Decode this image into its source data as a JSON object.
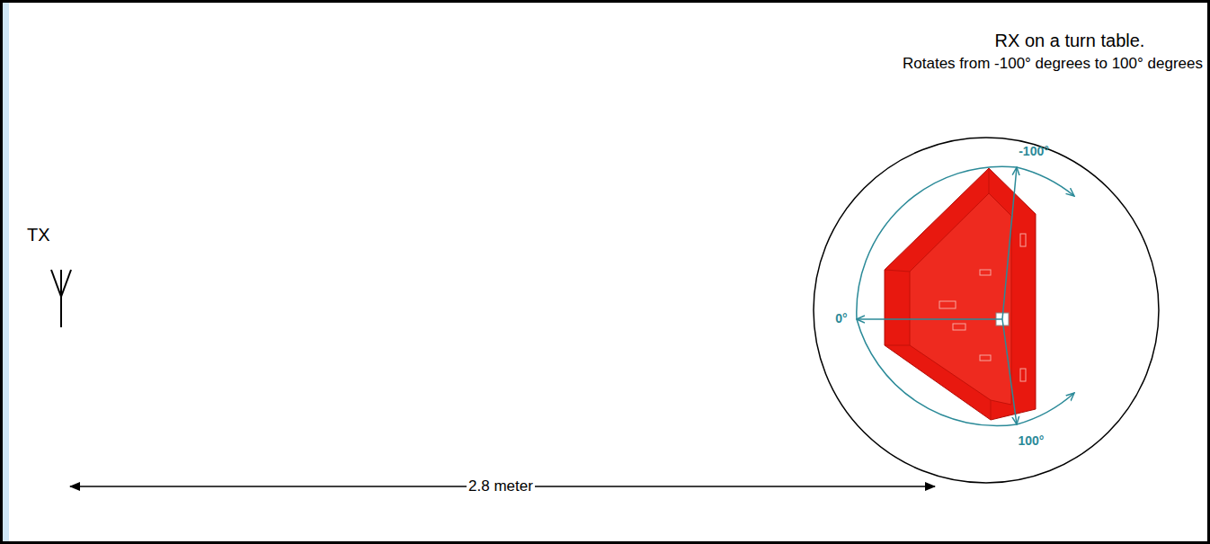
{
  "diagram": {
    "labels": [
      "TX",
      "RX on a turn table.",
      "Rotates from -100° degrees to 100° degrees",
      "-100°",
      "0°",
      "100°",
      "2.8 meter"
    ]
  }
}
